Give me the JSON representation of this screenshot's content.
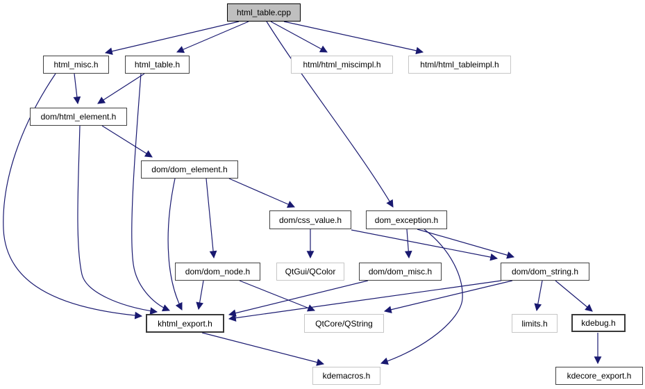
{
  "diagram": {
    "kind": "include-dependency-graph",
    "root": "html_table.cpp",
    "nodes": [
      {
        "label": "html_table.cpp",
        "type": "root"
      },
      {
        "label": "html_misc.h",
        "type": "internal"
      },
      {
        "label": "html_table.h",
        "type": "internal"
      },
      {
        "label": "html/html_miscimpl.h",
        "type": "external"
      },
      {
        "label": "html/html_tableimpl.h",
        "type": "external"
      },
      {
        "label": "dom/html_element.h",
        "type": "internal"
      },
      {
        "label": "dom/dom_element.h",
        "type": "internal"
      },
      {
        "label": "dom/css_value.h",
        "type": "internal"
      },
      {
        "label": "dom_exception.h",
        "type": "internal"
      },
      {
        "label": "dom/dom_node.h",
        "type": "internal"
      },
      {
        "label": "QtGui/QColor",
        "type": "external"
      },
      {
        "label": "dom/dom_misc.h",
        "type": "internal"
      },
      {
        "label": "dom/dom_string.h",
        "type": "internal"
      },
      {
        "label": "khtml_export.h",
        "type": "internal"
      },
      {
        "label": "QtCore/QString",
        "type": "external"
      },
      {
        "label": "limits.h",
        "type": "external"
      },
      {
        "label": "kdebug.h",
        "type": "internal"
      },
      {
        "label": "kdemacros.h",
        "type": "external"
      },
      {
        "label": "kdecore_export.h",
        "type": "internal"
      }
    ],
    "edges": [
      {
        "from": "html_table.cpp",
        "to": "html_misc.h"
      },
      {
        "from": "html_table.cpp",
        "to": "html_table.h"
      },
      {
        "from": "html_table.cpp",
        "to": "html/html_miscimpl.h"
      },
      {
        "from": "html_table.cpp",
        "to": "html/html_tableimpl.h"
      },
      {
        "from": "html_table.cpp",
        "to": "dom_exception.h"
      },
      {
        "from": "html_misc.h",
        "to": "dom/html_element.h"
      },
      {
        "from": "html_misc.h",
        "to": "khtml_export.h"
      },
      {
        "from": "html_table.h",
        "to": "dom/html_element.h"
      },
      {
        "from": "html_table.h",
        "to": "khtml_export.h"
      },
      {
        "from": "dom/html_element.h",
        "to": "dom/dom_element.h"
      },
      {
        "from": "dom/html_element.h",
        "to": "khtml_export.h"
      },
      {
        "from": "dom/dom_element.h",
        "to": "dom/dom_node.h"
      },
      {
        "from": "dom/dom_element.h",
        "to": "dom/css_value.h"
      },
      {
        "from": "dom/dom_element.h",
        "to": "khtml_export.h"
      },
      {
        "from": "dom/css_value.h",
        "to": "QtGui/QColor"
      },
      {
        "from": "dom/css_value.h",
        "to": "dom/dom_string.h"
      },
      {
        "from": "dom_exception.h",
        "to": "dom/dom_misc.h"
      },
      {
        "from": "dom_exception.h",
        "to": "dom/dom_string.h"
      },
      {
        "from": "dom_exception.h",
        "to": "kdemacros.h"
      },
      {
        "from": "dom/dom_node.h",
        "to": "khtml_export.h"
      },
      {
        "from": "dom/dom_node.h",
        "to": "QtCore/QString"
      },
      {
        "from": "dom/dom_misc.h",
        "to": "khtml_export.h"
      },
      {
        "from": "dom/dom_string.h",
        "to": "khtml_export.h"
      },
      {
        "from": "dom/dom_string.h",
        "to": "QtCore/QString"
      },
      {
        "from": "dom/dom_string.h",
        "to": "limits.h"
      },
      {
        "from": "dom/dom_string.h",
        "to": "kdebug.h"
      },
      {
        "from": "khtml_export.h",
        "to": "kdemacros.h"
      },
      {
        "from": "kdebug.h",
        "to": "kdecore_export.h"
      }
    ],
    "colors": {
      "edge": "#191970",
      "root_fill": "#bfbfbf",
      "node_fill": "#ffffff",
      "internal_border": "#404040",
      "external_border": "#c6c6c6",
      "text": "#000000",
      "background": "#ffffff"
    }
  }
}
